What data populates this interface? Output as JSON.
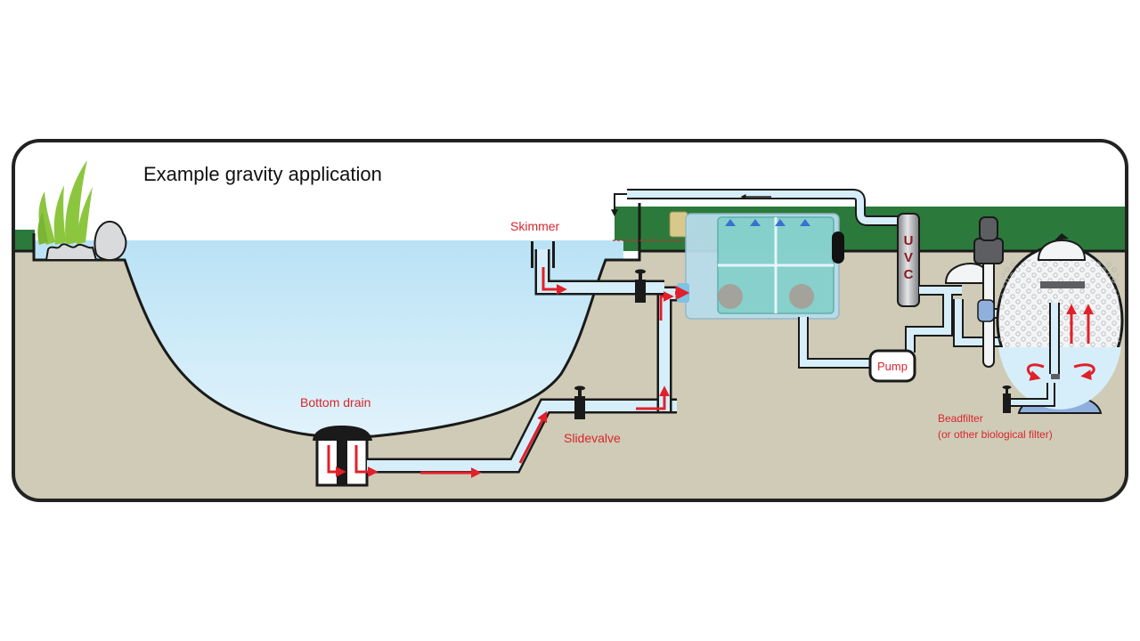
{
  "title": "Example gravity application",
  "labels": {
    "skimmer": "Skimmer",
    "bottom_drain": "Bottom drain",
    "slidevalve": "Slidevalve",
    "pump": "Pump",
    "beadfilter_line1": "Beadfilter",
    "beadfilter_line2": "(or other biological filter)",
    "uvc": [
      "U",
      "V",
      "C"
    ]
  },
  "colors": {
    "frame": "#222222",
    "water": "#bfe4f6",
    "water_light": "#e6f5fc",
    "ground": "#cfcbb6",
    "grass": "#2b7a3b",
    "plant": "#8cc63f",
    "rock": "#d9dadb",
    "pipe_fill": "#d6eefa",
    "pipe_stroke": "#1a1a1a",
    "flow_arrow": "#e0202a",
    "label_red": "#d8262e",
    "uvc_body": "#a8a9ad",
    "uvc_text": "#8b1a20",
    "valve": "#1a1a1a",
    "filter_housing": "#b8dcea",
    "filter_drum": "#6fc7c2",
    "bead_tank": "#f3f4f5",
    "bead_base": "#8fb0dc",
    "multiport": "#5d5e61"
  }
}
